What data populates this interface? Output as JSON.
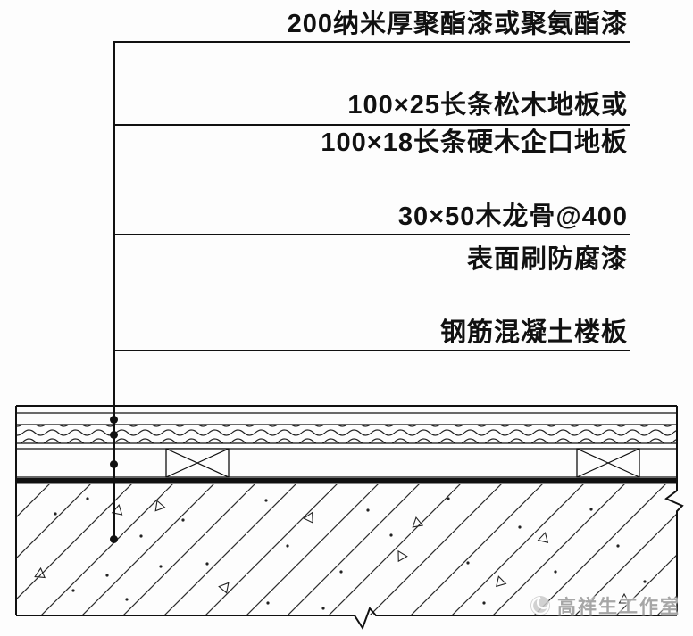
{
  "annotations": [
    {
      "above": "200纳米厚聚酯漆或聚氨酯漆"
    },
    {
      "above": "100×25长条松木地板或",
      "below": "100×18长条硬木企口地板"
    },
    {
      "above": "30×50木龙骨@400",
      "below": "表面刷防腐漆"
    },
    {
      "above": "钢筋混凝土楼板"
    }
  ],
  "watermark": {
    "text": "高祥生工作室"
  },
  "colors": {
    "ink": "#111111",
    "watermark": "#a6a6a6"
  }
}
